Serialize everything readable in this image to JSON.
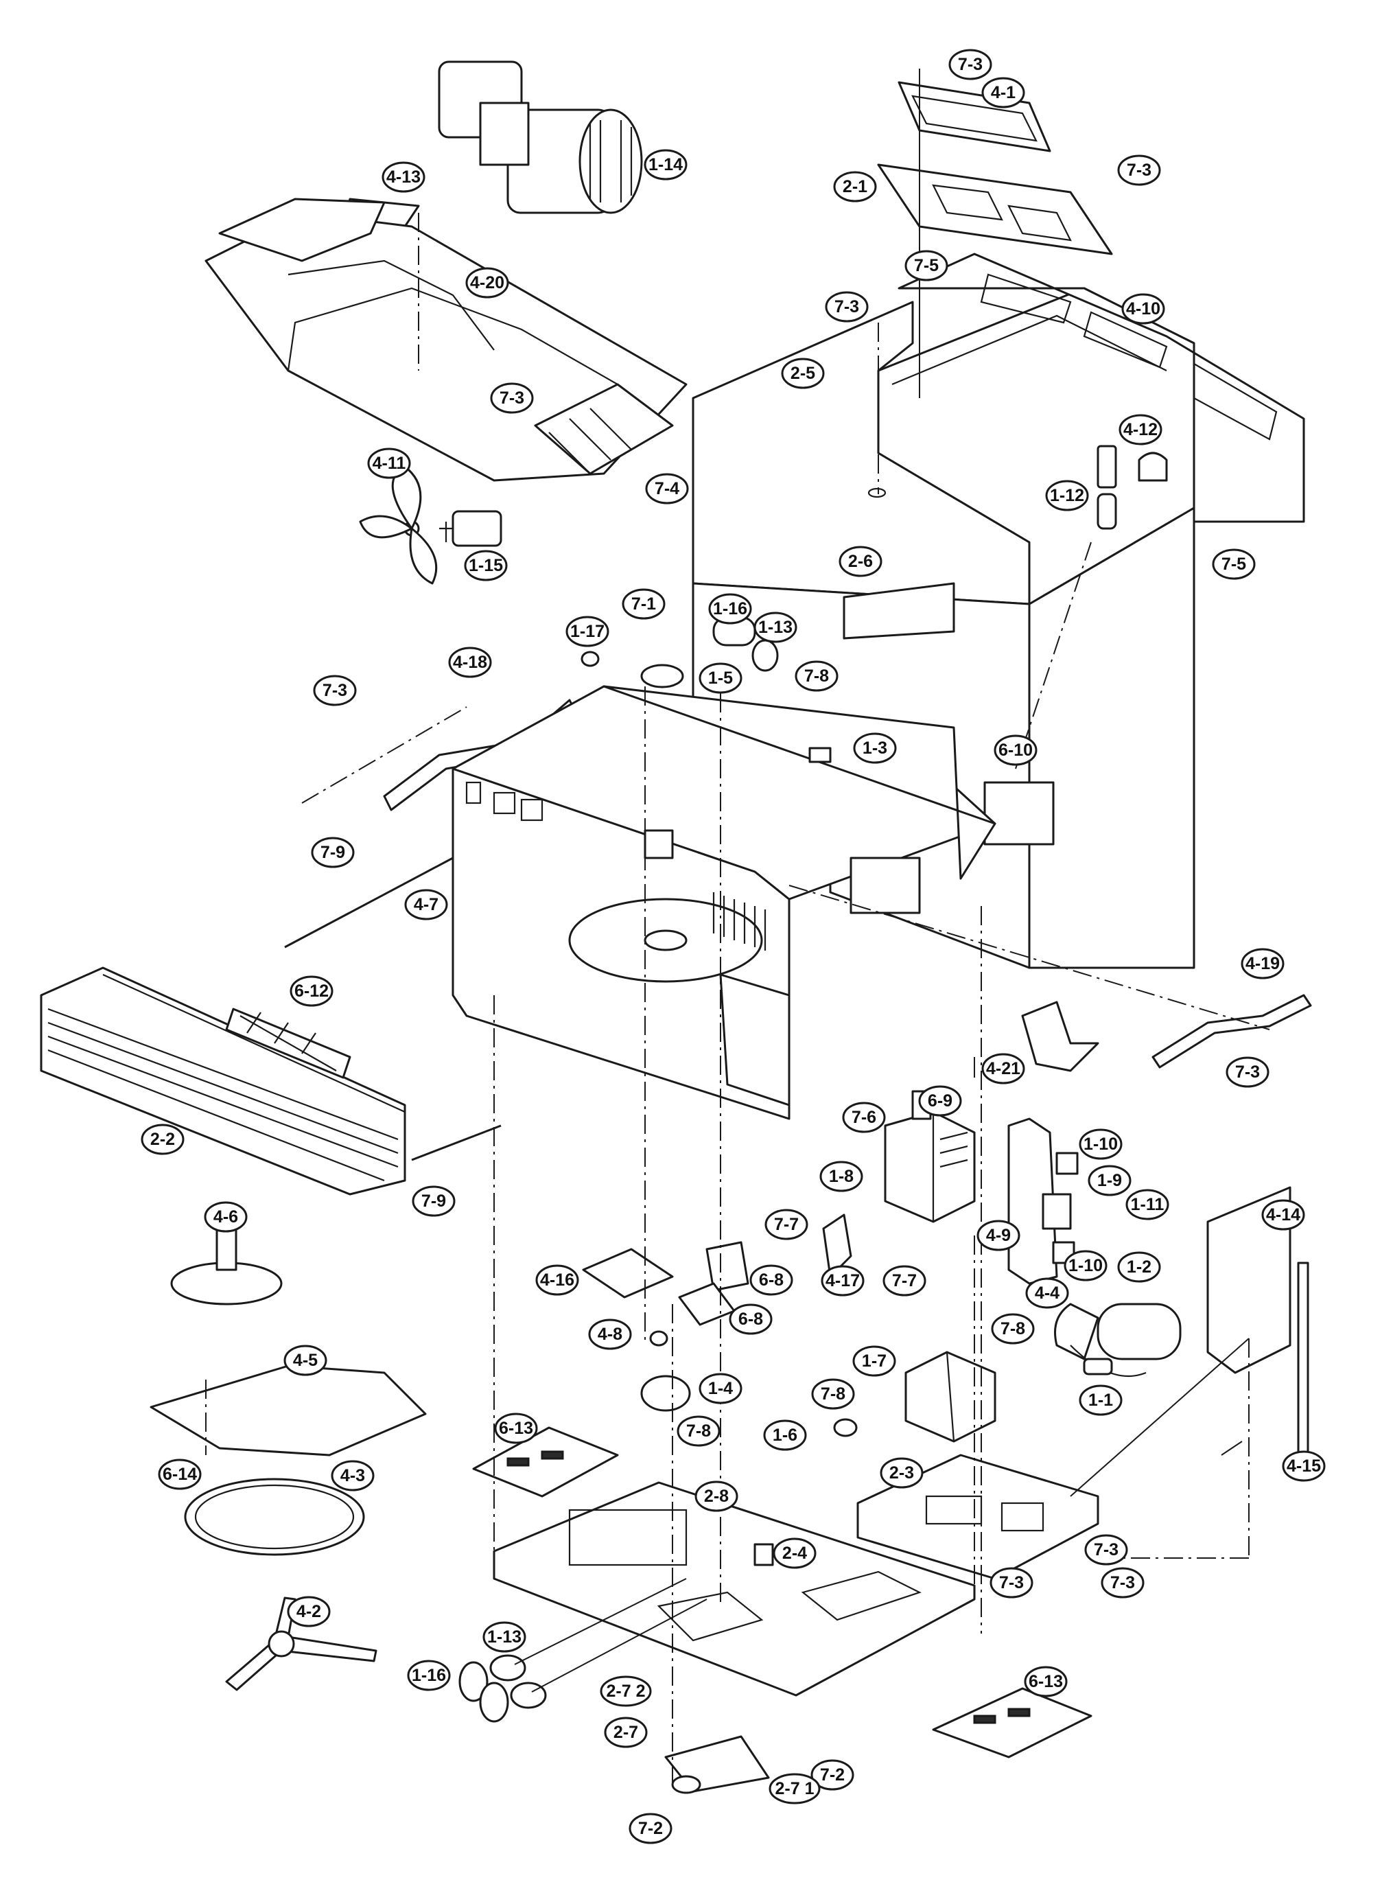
{
  "callouts": {
    "c_7_3_a": "7-3",
    "c_4_1": "4-1",
    "c_1_14": "1-14",
    "c_2_1": "2-1",
    "c_7_3_b": "7-3",
    "c_4_13": "4-13",
    "c_4_20": "4-20",
    "c_7_5_a": "7-5",
    "c_7_3_c": "7-3",
    "c_4_10": "4-10",
    "c_2_5": "2-5",
    "c_7_3_d": "7-3",
    "c_4_12": "4-12",
    "c_4_11": "4-11",
    "c_7_4": "7-4",
    "c_1_12": "1-12",
    "c_1_15": "1-15",
    "c_7_5_b": "7-5",
    "c_2_6": "2-6",
    "c_7_1": "7-1",
    "c_1_16_a": "1-16",
    "c_1_13_a": "1-13",
    "c_1_17": "1-17",
    "c_4_18": "4-18",
    "c_1_5": "1-5",
    "c_7_8_a": "7-8",
    "c_7_3_e": "7-3",
    "c_1_3": "1-3",
    "c_6_10": "6-10",
    "c_7_9_a": "7-9",
    "c_4_7": "4-7",
    "c_4_19": "4-19",
    "c_6_12": "6-12",
    "c_4_21": "4-21",
    "c_7_3_f": "7-3",
    "c_6_9": "6-9",
    "c_7_6": "7-6",
    "c_1_10_a": "1-10",
    "c_2_2": "2-2",
    "c_1_9": "1-9",
    "c_1_8": "1-8",
    "c_1_11": "1-11",
    "c_7_9_b": "7-9",
    "c_4_6": "4-6",
    "c_7_7_a": "7-7",
    "c_4_14": "4-14",
    "c_4_9": "4-9",
    "c_1_10_b": "1-10",
    "c_1_2": "1-2",
    "c_4_16": "4-16",
    "c_6_8_a": "6-8",
    "c_4_17": "4-17",
    "c_7_7_b": "7-7",
    "c_4_4": "4-4",
    "c_6_8_b": "6-8",
    "c_4_8": "4-8",
    "c_7_8_b": "7-8",
    "c_1_4": "1-4",
    "c_1_7": "1-7",
    "c_4_5": "4-5",
    "c_7_8_c": "7-8",
    "c_1_1": "1-1",
    "c_4_15": "4-15",
    "c_7_8_d": "7-8",
    "c_1_6": "1-6",
    "c_6_13_a": "6-13",
    "c_2_3": "2-3",
    "c_6_14": "6-14",
    "c_4_3": "4-3",
    "c_2_8": "2-8",
    "c_7_3_g": "7-3",
    "c_2_4": "2-4",
    "c_7_3_h": "7-3",
    "c_7_3_i": "7-3",
    "c_4_2": "4-2",
    "c_1_13_b": "1-13",
    "c_1_16_b": "1-16",
    "c_2_7_2": "2-7 2",
    "c_6_13_b": "6-13",
    "c_2_7": "2-7",
    "c_7_2_a": "7-2",
    "c_2_7_1": "2-7 1",
    "c_7_2_b": "7-2"
  }
}
